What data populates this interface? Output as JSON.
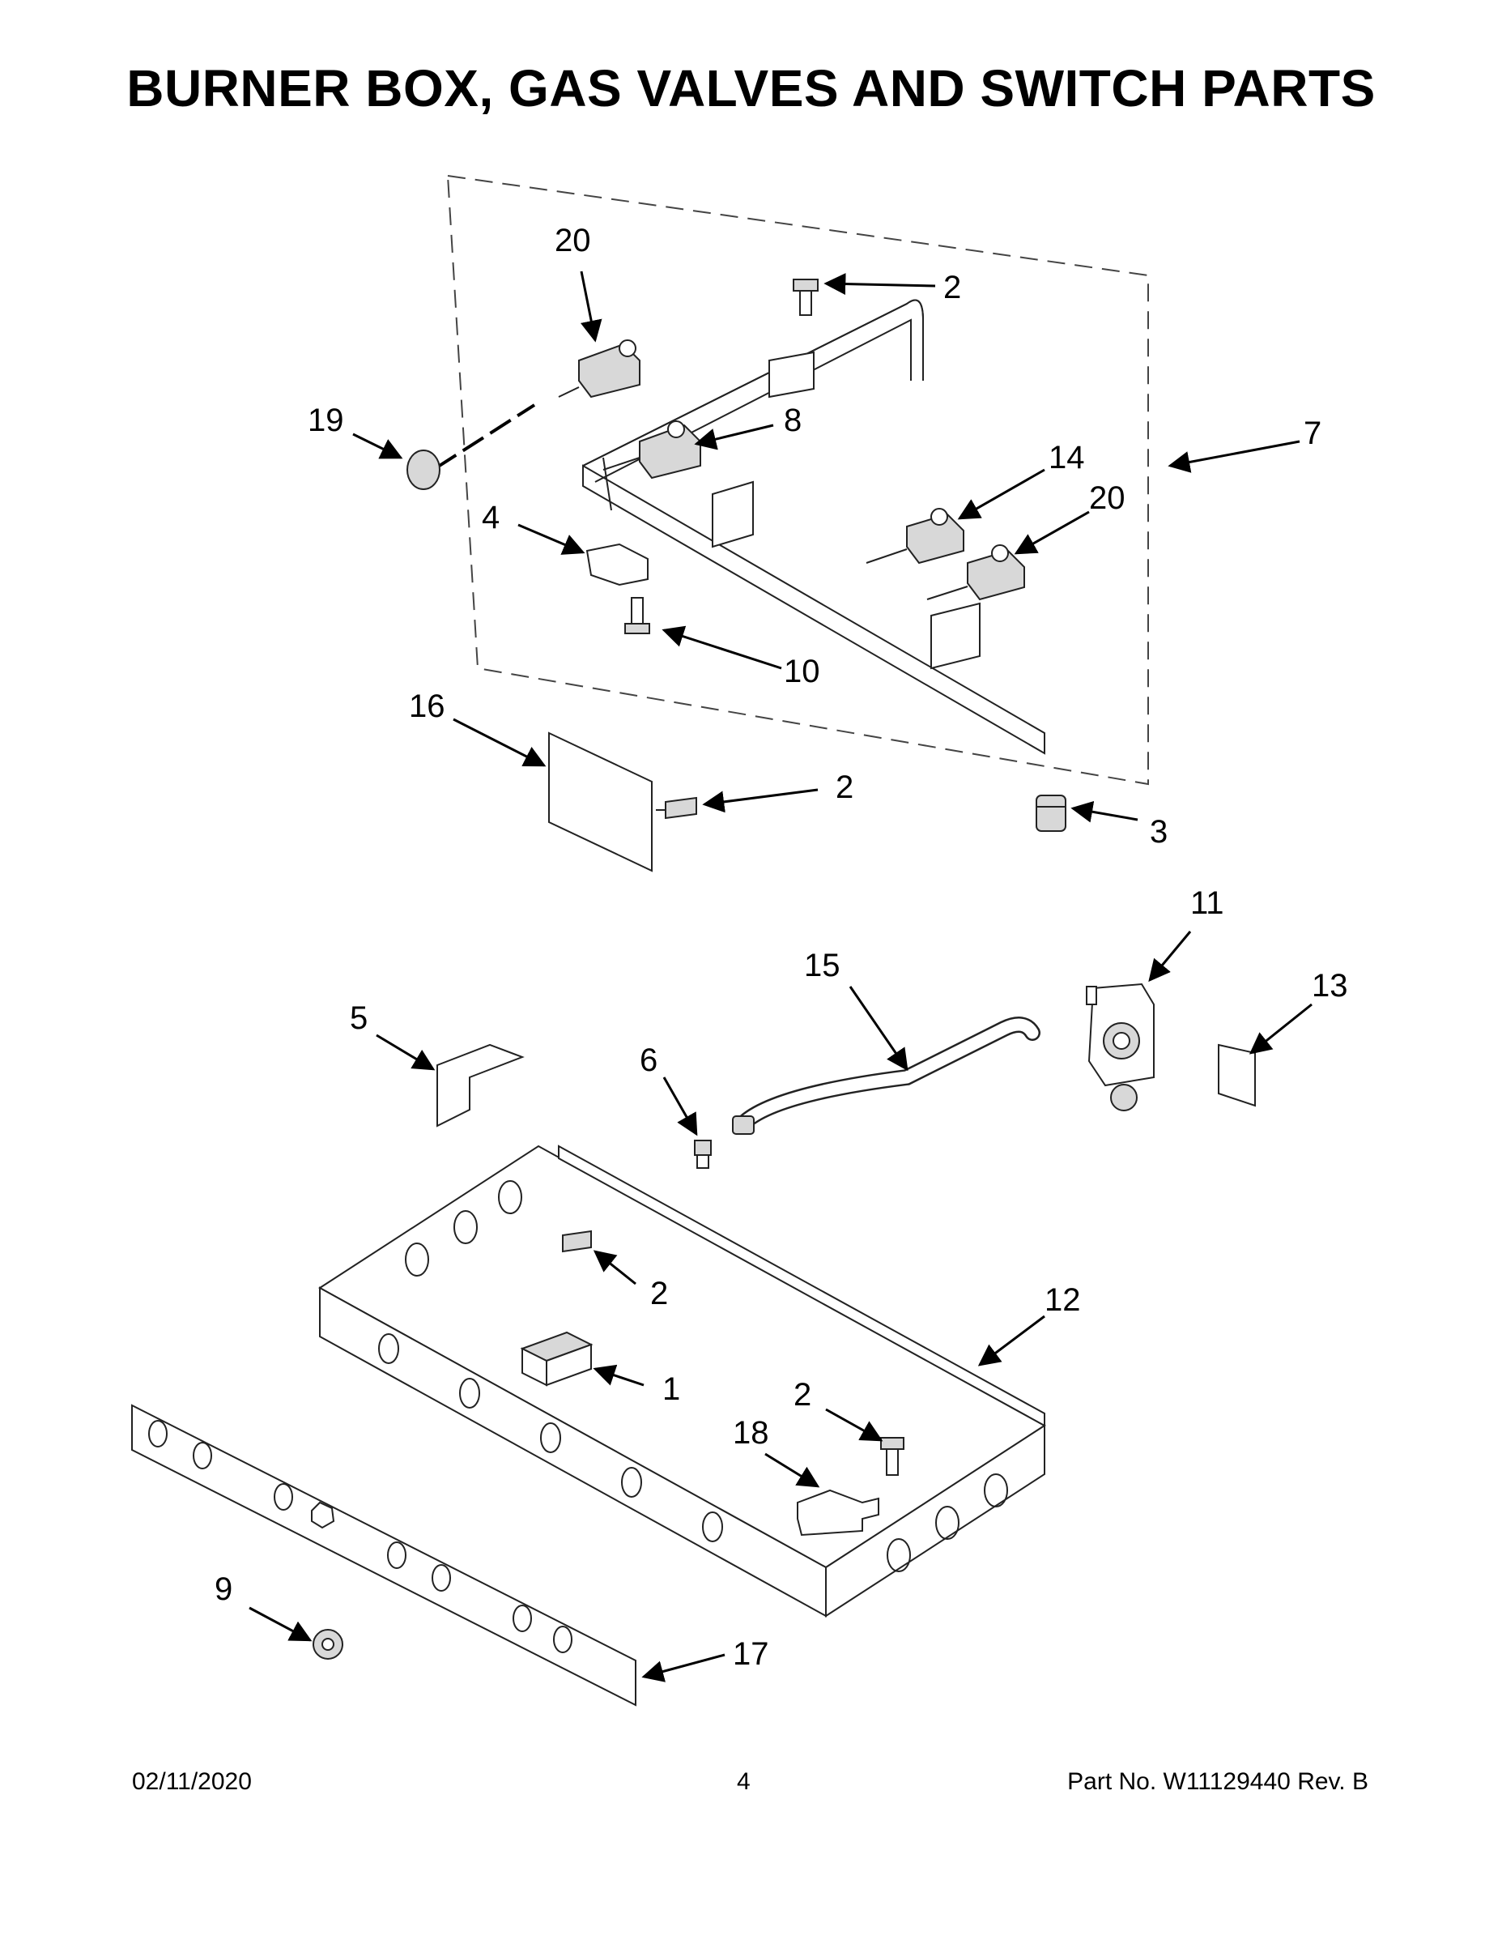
{
  "title": "BURNER BOX, GAS VALVES AND SWITCH PARTS",
  "callouts": {
    "c20a": "20",
    "c2a": "2",
    "c19": "19",
    "c8": "8",
    "c7": "7",
    "c14": "14",
    "c20b": "20",
    "c4": "4",
    "c10": "10",
    "c16": "16",
    "c2b": "2",
    "c3": "3",
    "c11": "11",
    "c15": "15",
    "c13": "13",
    "c5": "5",
    "c6": "6",
    "c2c": "2",
    "c12": "12",
    "c1": "1",
    "c2d": "2",
    "c18": "18",
    "c9": "9",
    "c17": "17"
  },
  "footer": {
    "date": "02/11/2020",
    "page": "4",
    "part": "Part No.  W11129440  Rev.  B"
  }
}
